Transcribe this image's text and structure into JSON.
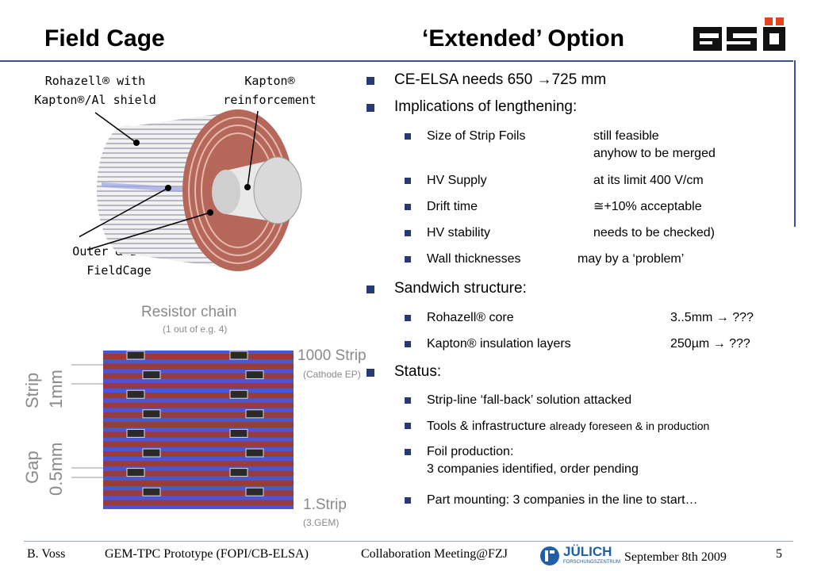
{
  "header": {
    "title_left": "Field Cage",
    "title_right": "‘Extended’ Option"
  },
  "logos": {
    "gsi": "GSI",
    "julich": "JÜLICH",
    "julich_sub": "FORSCHUNGSZENTRUM"
  },
  "labels": {
    "rohazell_1": "Rohazell® with",
    "rohazell_2": "Kapton®/Al shield",
    "kapton_1": "Kapton®",
    "kapton_2": "reinforcement",
    "outer_1": "Outer & Inner",
    "outer_2": "FieldCage"
  },
  "resistor": {
    "title": "Resistor chain",
    "subtitle": "(1 out of e.g. 4)",
    "strip1000": "1000 Strip",
    "cathode": "(Cathode EP)",
    "strip1": "1.Strip",
    "gem3": "(3.GEM)",
    "strip_label": "Strip",
    "strip_size": "1mm",
    "gap_label": "Gap",
    "gap_size": "0.5mm"
  },
  "bullets": {
    "b1": "CE-ELSA needs 650 →725 mm",
    "b2": "Implications of lengthening:",
    "s1_a": "Size of Strip Foils",
    "s1_b": "still feasible",
    "s1_c": "anyhow to be merged",
    "s2_a": "HV Supply",
    "s2_b": "at its limit 400 V/cm",
    "s3_a": "Drift time",
    "s3_b": "≅+10% acceptable",
    "s4_a": "HV stability",
    "s4_b": "needs to be checked)",
    "s5_a": "Wall thicknesses",
    "s5_b": "may by a ‘problem’",
    "b3": "Sandwich structure:",
    "s6_a": "Rohazell® core",
    "s6_b": "3..5mm → ???",
    "s7_a": "Kapton® insulation layers",
    "s7_b": "250µm → ???",
    "b4": "Status:",
    "s8": "Strip-line ‘fall-back’ solution attacked",
    "s9_a": "Tools & infrastructure",
    "s9_b": "already foreseen & in production",
    "s10_a": "Foil production:",
    "s10_b": "3 companies identified, order pending",
    "s11": "Part mounting: 3 companies in the line to start…"
  },
  "footer": {
    "author": "B. Voss",
    "project": "GEM-TPC Prototype (FOPI/CB-ELSA)",
    "meeting": "Collaboration Meeting@FZJ",
    "date": "September 8th 2009",
    "page": "5"
  },
  "colors": {
    "accent": "#263a7a",
    "copper": "#b5685a",
    "strip_red": "#9a3b3b",
    "strip_blue": "#4b55d6"
  }
}
